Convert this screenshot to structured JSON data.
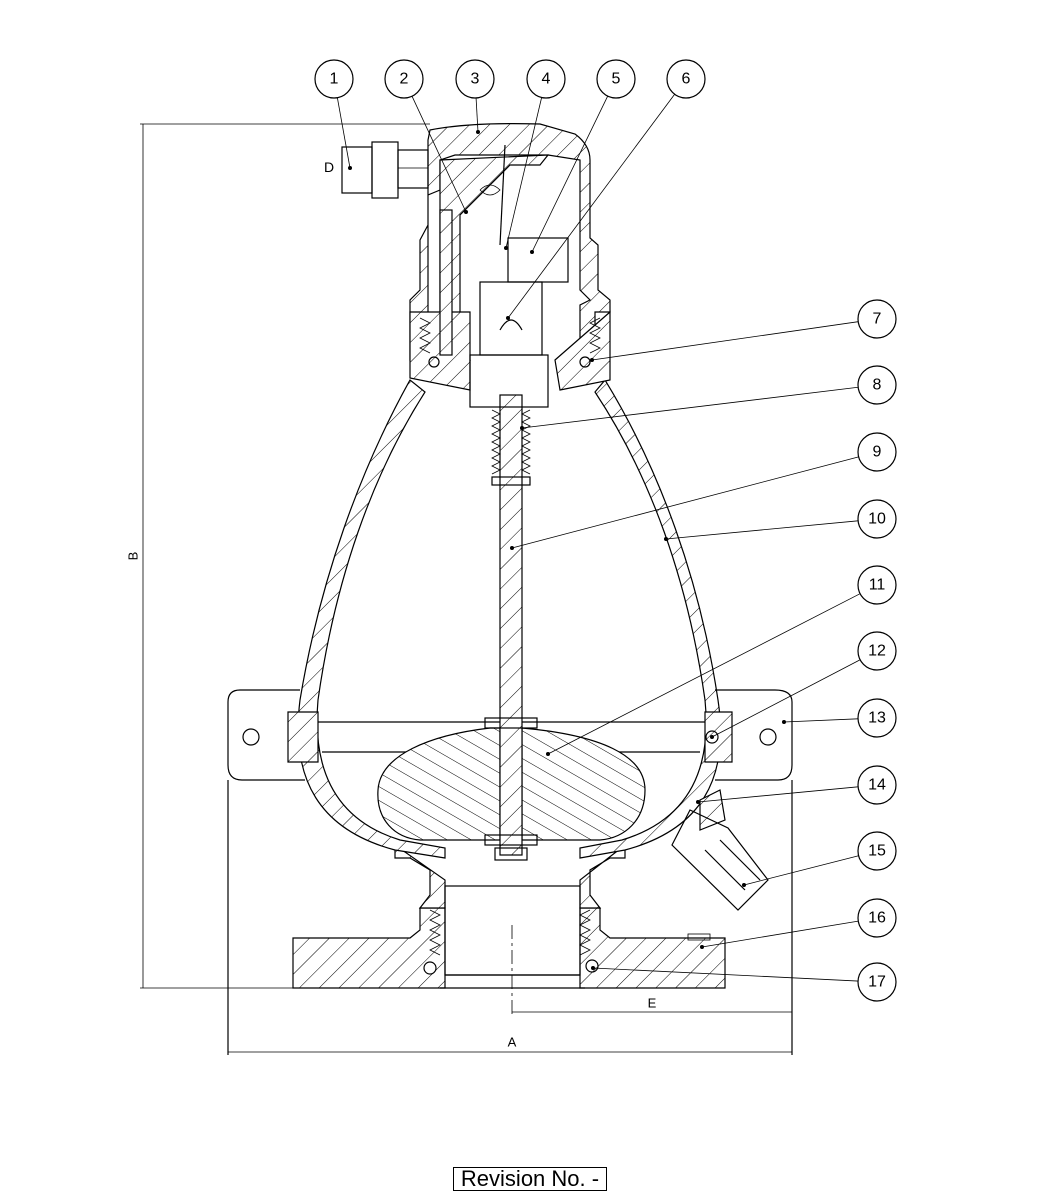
{
  "callouts": [
    "1",
    "2",
    "3",
    "4",
    "5",
    "6",
    "7",
    "8",
    "9",
    "10",
    "11",
    "12",
    "13",
    "14",
    "15",
    "16",
    "17"
  ],
  "dimensions": {
    "A": "A",
    "B": "B",
    "D": "D",
    "E": "E"
  },
  "revision": "Revision No. -"
}
